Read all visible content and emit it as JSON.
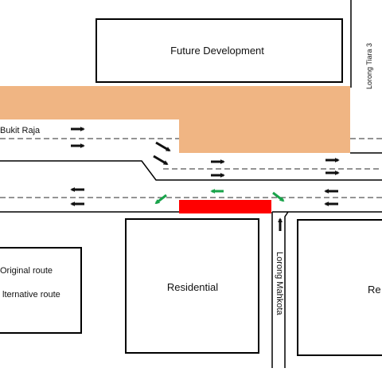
{
  "labels": {
    "future_development": "Future Development",
    "residential_left": "Residential",
    "residential_right": "Re",
    "road_bukit_raja": "Bukit Raja",
    "road_lorong_tiara": "Lorong Tiara 3",
    "road_lorong_mahkota": "Lorong Mahkota"
  },
  "legend": {
    "original": "Original route",
    "alternative": "lternative route"
  },
  "colors": {
    "construction_zone": "#f0b583",
    "closed_segment": "#ff0000",
    "original_arrow": "#111111",
    "alternative_arrow": "#19a34a",
    "outline": "#000000",
    "lane_divider": "#555555"
  }
}
